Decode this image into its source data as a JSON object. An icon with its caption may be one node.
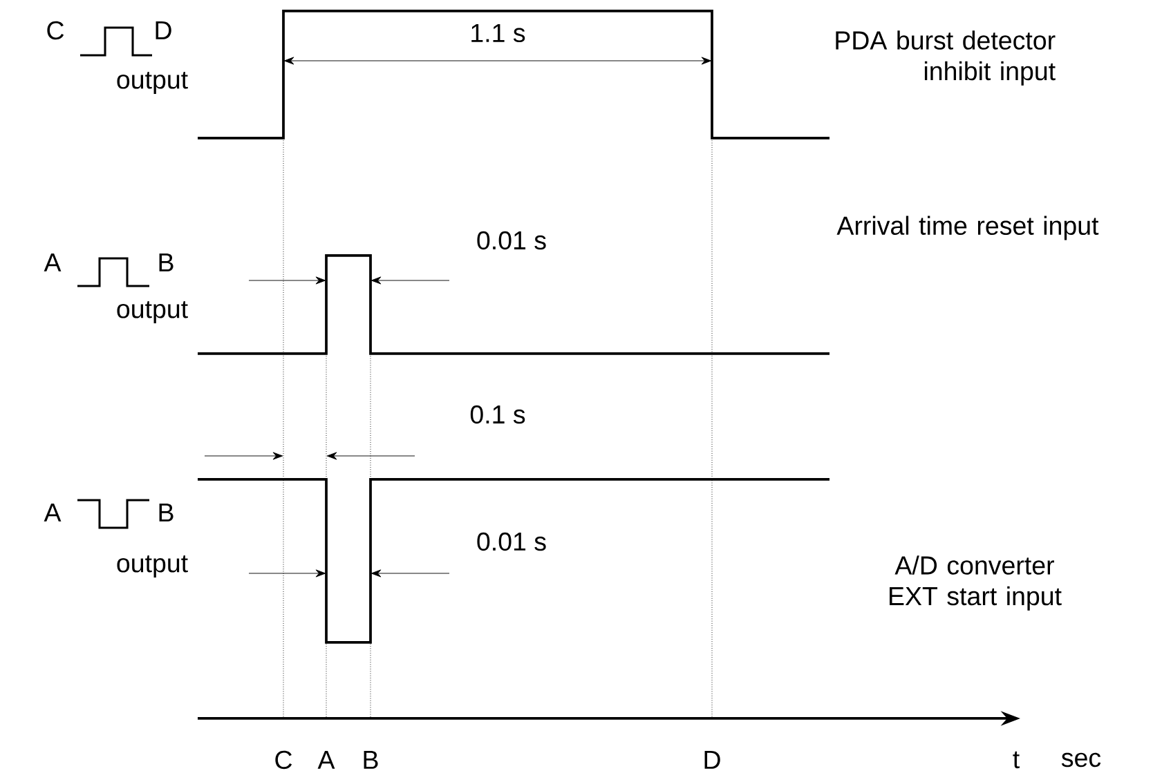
{
  "diagram": {
    "labels": [
      "C",
      "D",
      "output",
      "PDA burst detector inhibit input",
      "1.1 s",
      "A",
      "B",
      "0.01 s",
      "Arrival time reset input",
      "output",
      "0.1 s",
      "A",
      "B",
      "0.01 s",
      "A/D converter EXT start input",
      "output",
      "C",
      "A",
      "B",
      "D",
      "t",
      "sec"
    ]
  }
}
